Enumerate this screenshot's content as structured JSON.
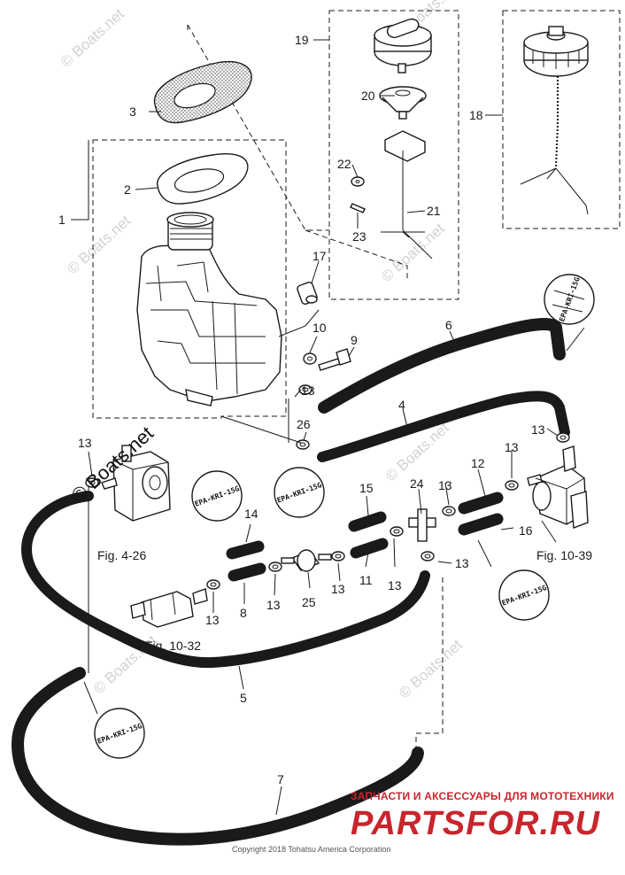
{
  "callouts": {
    "c1": "1",
    "c2": "2",
    "c3": "3",
    "c4": "4",
    "c5": "5",
    "c6": "6",
    "c7": "7",
    "c8": "8",
    "c9": "9",
    "c10": "10",
    "c11": "11",
    "c12": "12",
    "c13": "13",
    "c14": "14",
    "c15": "15",
    "c16": "16",
    "c17": "17",
    "c18": "18",
    "c19": "19",
    "c20": "20",
    "c21": "21",
    "c22": "22",
    "c23": "23",
    "c24": "24",
    "c25": "25",
    "c26": "26"
  },
  "figure_refs": {
    "fig_4_26": "Fig. 4-26",
    "fig_10_39": "Fig. 10-39",
    "fig_10_32": "Fig. 10-32"
  },
  "epa_tag": "EPA-KRI-15G",
  "watermark": {
    "small": "© Boats.net",
    "main": "© Boats.net"
  },
  "brand": {
    "tagline": "ЗАПЧАСТИ И АКСЕССУАРЫ ДЛЯ МОТОТЕХНИКИ",
    "name": "PARTSFOR.RU"
  },
  "copyright": "Copyright 2018 Tohatsu America Corporation",
  "colors": {
    "line": "#1a1a1a",
    "brand": "#c8252c",
    "watermark": "#d2d2d2"
  }
}
